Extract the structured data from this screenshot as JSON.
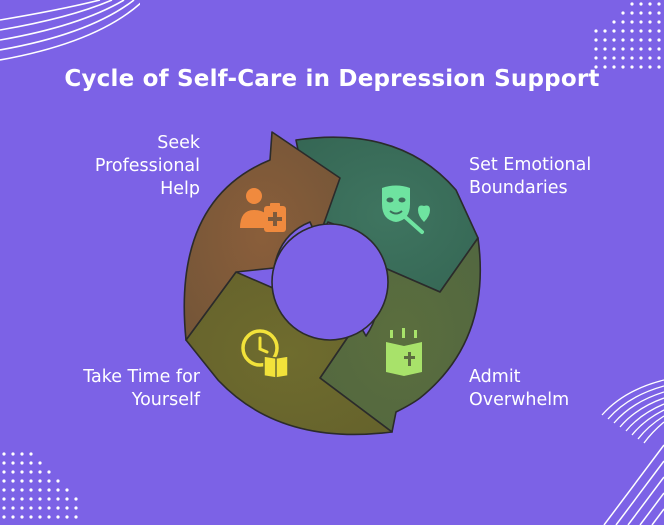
{
  "title": "Cycle of Self-Care in Depression Support",
  "steps": [
    {
      "id": "seek-professional-help",
      "lines": [
        "Seek",
        "Professional",
        "Help"
      ],
      "icon": "doctor-medical-kit-icon",
      "color": "#7d5a3c"
    },
    {
      "id": "set-emotional-boundaries",
      "lines": [
        "Set Emotional",
        "Boundaries"
      ],
      "icon": "mask-heart-icon",
      "color": "#3d6e5b"
    },
    {
      "id": "admit-overwhelm",
      "lines": [
        "Admit",
        "Overwhelm"
      ],
      "icon": "religious-book-icon",
      "color": "#5c6c40"
    },
    {
      "id": "take-time-for-yourself",
      "lines": [
        "Take Time for",
        "Yourself"
      ],
      "icon": "clock-book-icon",
      "color": "#6b6a30"
    }
  ],
  "colors": {
    "background": "#7c62e6",
    "icon_orange": "#f08a3e",
    "icon_green": "#6ee3a0",
    "icon_lime": "#a8e26a",
    "icon_yellow": "#f2e23a"
  }
}
